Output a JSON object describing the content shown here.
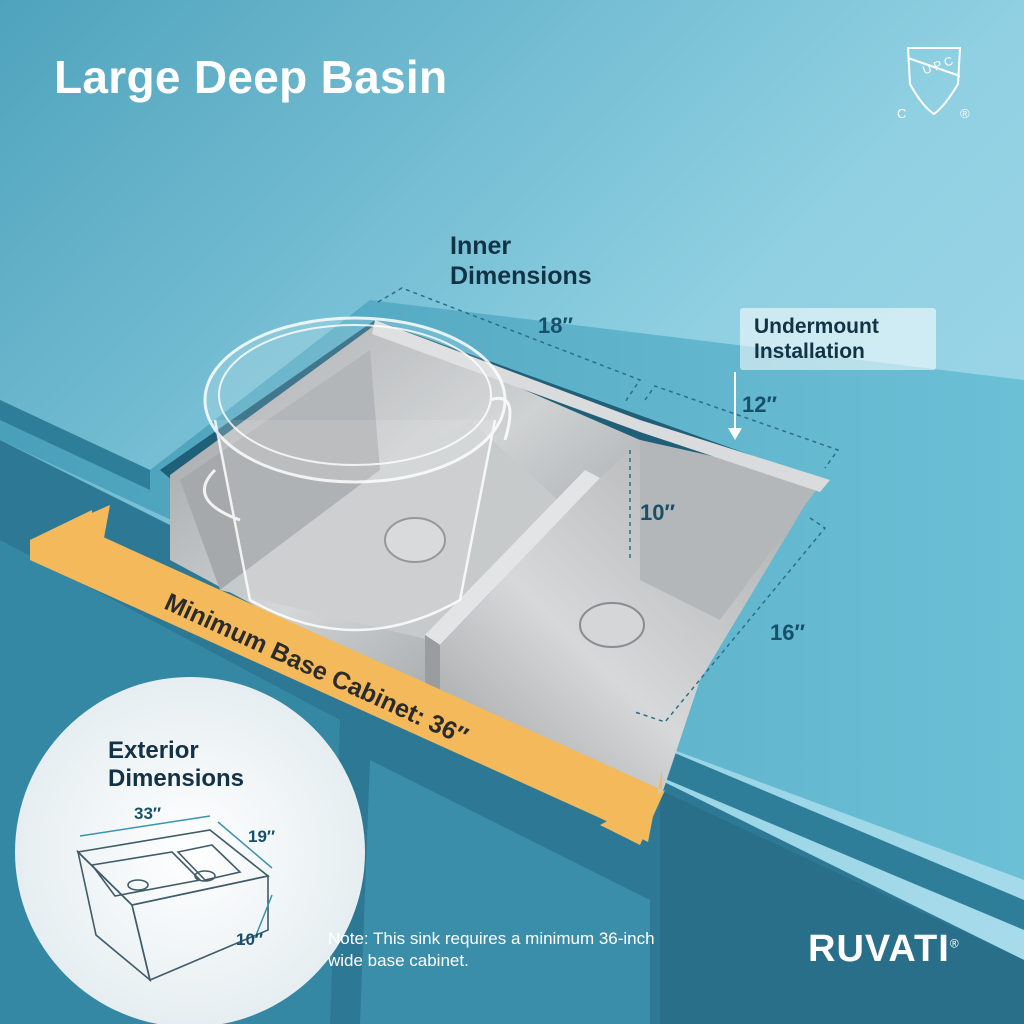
{
  "title": "Large Deep Basin",
  "certification": {
    "mark": "UPC",
    "left_letter": "C",
    "registered": "®"
  },
  "inner_dimensions": {
    "heading_line1": "Inner",
    "heading_line2": "Dimensions",
    "width": "18″",
    "second_width": "12″",
    "depth": "10″",
    "front_to_back": "16″"
  },
  "installation": {
    "line1": "Undermount",
    "line2": "Installation"
  },
  "banner": {
    "text": "Minimum Base Cabinet: 36″"
  },
  "exterior_dimensions": {
    "heading_line1": "Exterior",
    "heading_line2": "Dimensions",
    "length": "33′′",
    "width": "19′′",
    "depth": "10′′"
  },
  "note": "Note: This sink requires a minimum 36-inch wide base cabinet.",
  "brand": {
    "name": "RUVATI",
    "registered": "®"
  },
  "colors": {
    "wall": "#8fd0e2",
    "countertop": "#5ab1c9",
    "cabinet": "#2d7995",
    "banner": "#f3b95a",
    "steel": "#b9bcbd"
  }
}
